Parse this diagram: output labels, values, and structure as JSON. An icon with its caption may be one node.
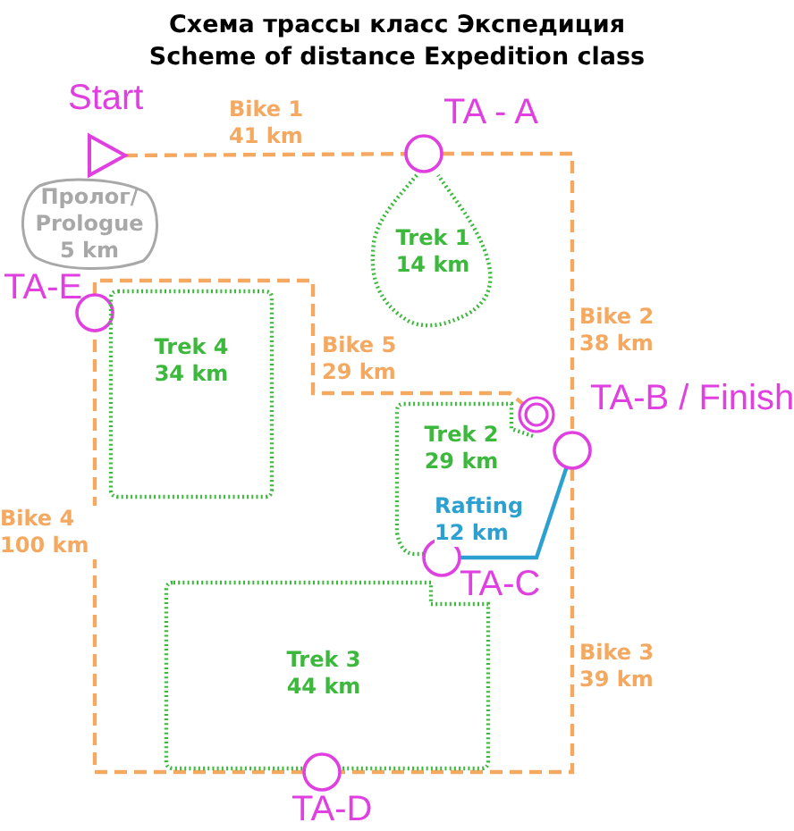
{
  "diagram": {
    "title": "Схема трассы класс Экспедиция Scheme of distance Expedition class",
    "nodes": [
      {
        "text": [
          "Start"
        ]
      },
      {
        "text": [
          "Пролог/ Prologue 5 km"
        ]
      },
      {
        "text": [
          "TA - A"
        ]
      },
      {
        "text": [
          "Trek 1 14 km"
        ]
      },
      {
        "text": [
          "TA-E"
        ]
      },
      {
        "text": [
          "Trek 4 34 km"
        ]
      },
      {
        "text": [],
        "shape": "circle"
      },
      {
        "text": [
          "TA-B / Finish"
        ]
      },
      {
        "text": [
          "Trek 2 29 km"
        ]
      },
      {
        "text": [
          "TA-C"
        ]
      },
      {
        "text": [
          "Trek 3 44 km"
        ]
      },
      {
        "text": [
          "TA-D"
        ]
      }
    ],
    "edges": [
      {
        "from": 0,
        "to": 2,
        "arrow": "none",
        "label": "Bike 1 41 km",
        "style": "dashed"
      },
      {
        "from": 2,
        "to": 7,
        "arrow": "none",
        "label": "Bike 2 38 km",
        "style": "dashed"
      },
      {
        "from": 7,
        "to": 11,
        "arrow": "none",
        "label": "Bike 3 39 km",
        "style": "dashed"
      },
      {
        "from": 11,
        "to": 4,
        "arrow": "none",
        "label": "Bike 4 100 km",
        "style": "dashed"
      },
      {
        "from": 4,
        "to": 6,
        "arrow": "none",
        "label": "Bike 5 29 km",
        "style": "dashed"
      },
      {
        "from": 9,
        "to": 7,
        "arrow": "none",
        "label": "Rafting 12 km",
        "color": "#2ca0d0"
      }
    ]
  }
}
